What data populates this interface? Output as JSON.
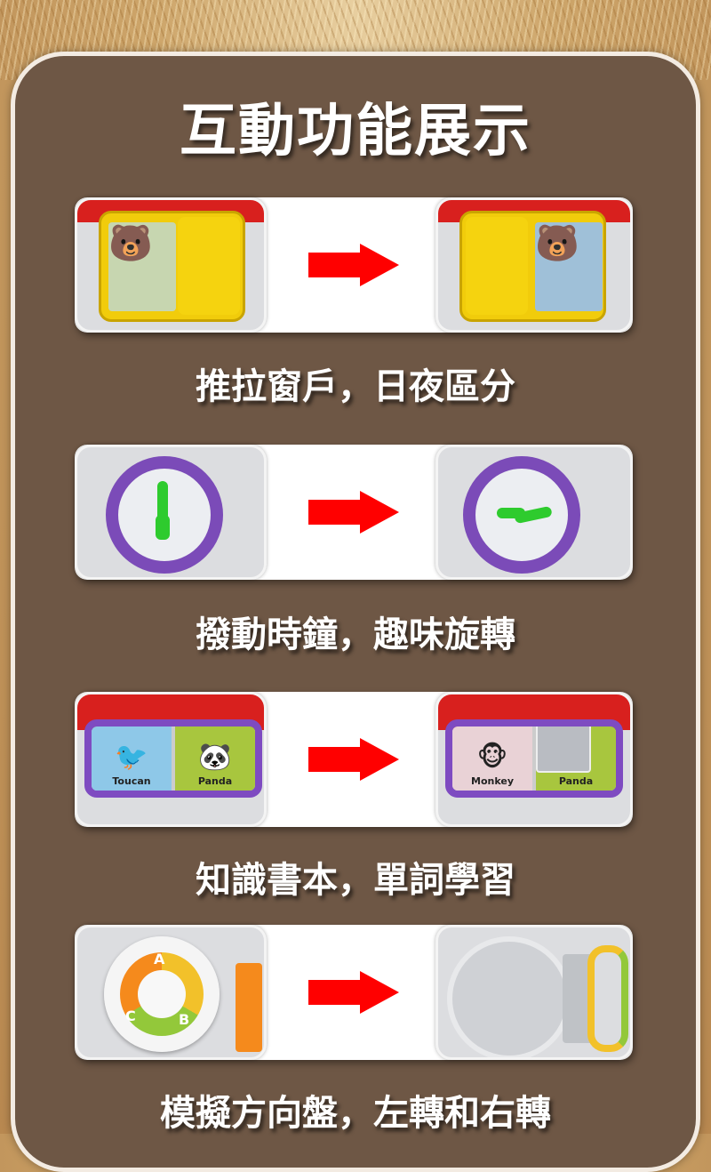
{
  "title": "互動功能展示",
  "colors": {
    "panel": "#6e5745",
    "arrow": "#ff0000"
  },
  "features": [
    {
      "caption": "推拉窗戶，日夜區分",
      "icon": "window-slide"
    },
    {
      "caption": "撥動時鐘，趣味旋轉",
      "icon": "clock"
    },
    {
      "caption": "知識書本，單詞學習",
      "icon": "book",
      "left_cards": [
        "Toucan",
        "Panda"
      ],
      "right_cards": [
        "Monkey",
        "Panda"
      ]
    },
    {
      "caption": "模擬方向盤，左轉和右轉",
      "icon": "steering-wheel",
      "wheel_letters": [
        "A",
        "B",
        "C"
      ]
    }
  ]
}
